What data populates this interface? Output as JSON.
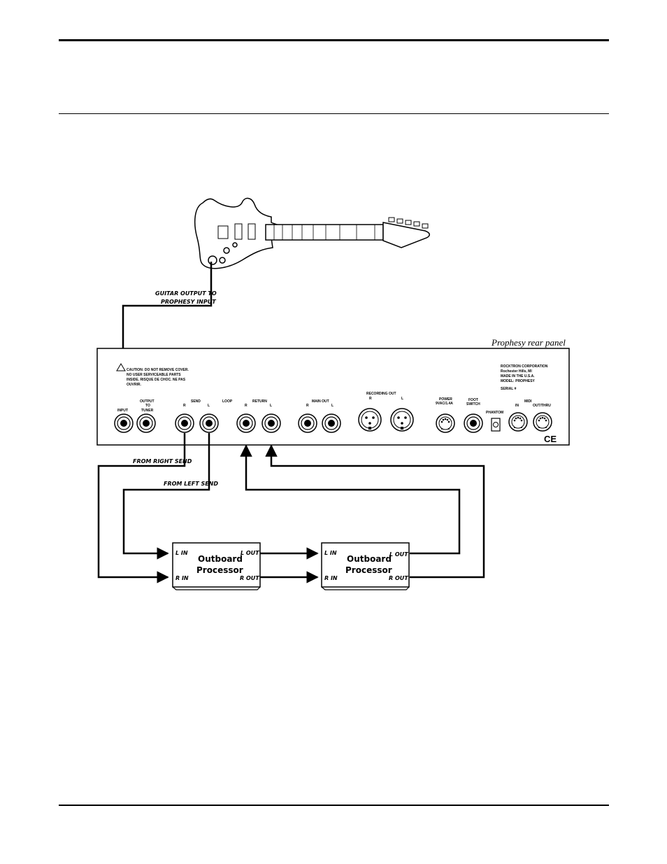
{
  "panel": {
    "title": "Prophesy rear panel",
    "caution": [
      "CAUTION: DO NOT REMOVE COVER.",
      "NO USER SERVICEABLE PARTS",
      "INSIDE. RISQUE DE CHOC. NE PAS",
      "OUVRIR."
    ],
    "maker": [
      "ROCKTRON CORPORATION",
      "Rochester Hills, MI",
      "MADE IN THE U.S.A.",
      "MODEL: PROPHESY",
      "SERIAL #"
    ],
    "jacks": {
      "input": "INPUT",
      "output_to_tuner": [
        "OUTPUT",
        "TO",
        "TUNER"
      ],
      "send": "SEND",
      "loop": "LOOP",
      "return": "RETURN",
      "main_out": "MAIN OUT",
      "recording_out": "RECORDING OUT",
      "power": [
        "POWER",
        "9VAC/1.4A"
      ],
      "foot_switch": [
        "FOOT",
        "SWITCH"
      ],
      "phantom": "PHANTOM",
      "midi": "MIDI",
      "midi_in": "IN",
      "midi_out": "OUT/THRU",
      "r": "R",
      "l": "L",
      "ce": "CE"
    }
  },
  "labels": {
    "guitar_output": [
      "GUITAR OUTPUT TO",
      "PROPHESY INPUT"
    ],
    "from_right_send": "FROM RIGHT SEND",
    "from_left_send": "FROM LEFT SEND"
  },
  "processors": [
    {
      "name": [
        "Outboard",
        "Processor"
      ],
      "l_in": "L IN",
      "r_in": "R IN",
      "l_out": "L OUT",
      "r_out": "R OUT"
    },
    {
      "name": [
        "Outboard",
        "Processor"
      ],
      "l_in": "L IN",
      "r_in": "R IN",
      "l_out": "L OUT",
      "r_out": "R OUT"
    }
  ]
}
